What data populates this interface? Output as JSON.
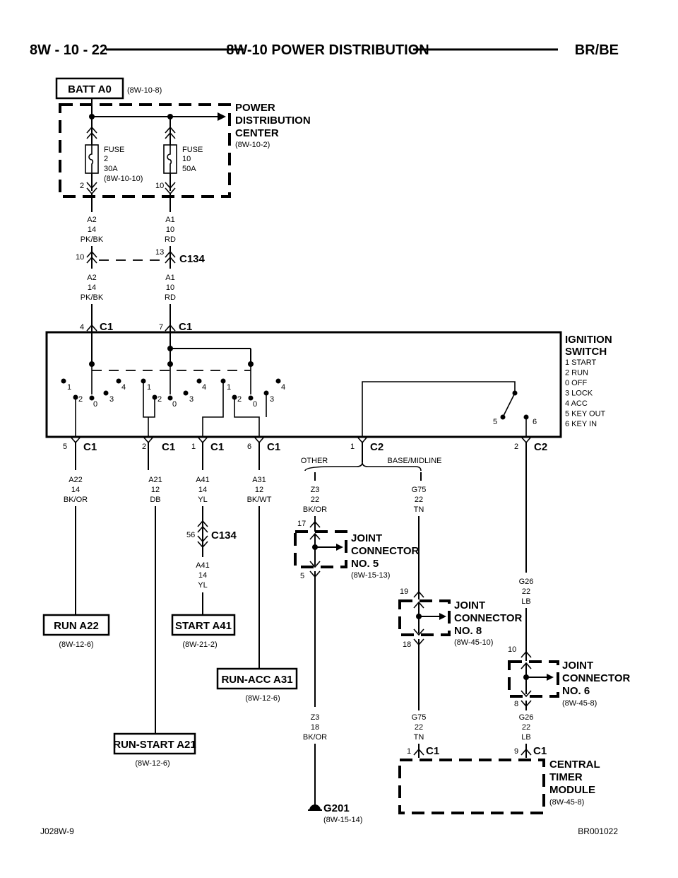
{
  "header": {
    "left": "8W - 10 - 22",
    "center": "8W-10 POWER DISTRIBUTION",
    "right": "BR/BE"
  },
  "batt": {
    "label": "BATT A0",
    "ref": "(8W-10-8)"
  },
  "pdc": {
    "name1": "POWER",
    "name2": "DISTRIBUTION",
    "name3": "CENTER",
    "ref": "(8W-10-2)",
    "fuse2": {
      "l1": "FUSE",
      "l2": "2",
      "l3": "30A",
      "l4": "(8W-10-10)",
      "pin": "2"
    },
    "fuse10": {
      "l1": "FUSE",
      "l2": "10",
      "l3": "50A",
      "pin": "10"
    }
  },
  "wires": {
    "a2_top": {
      "c": "A2",
      "g": "14",
      "col": "PK/BK"
    },
    "a1_top": {
      "c": "A1",
      "g": "10",
      "col": "RD"
    },
    "a2_bot": {
      "c": "A2",
      "g": "14",
      "col": "PK/BK"
    },
    "a1_bot": {
      "c": "A1",
      "g": "10",
      "col": "RD"
    },
    "a22": {
      "c": "A22",
      "g": "14",
      "col": "BK/OR"
    },
    "a21": {
      "c": "A21",
      "g": "12",
      "col": "DB"
    },
    "a41": {
      "c": "A41",
      "g": "14",
      "col": "YL"
    },
    "a41b": {
      "c": "A41",
      "g": "14",
      "col": "YL"
    },
    "a31": {
      "c": "A31",
      "g": "12",
      "col": "BK/WT"
    },
    "z3a": {
      "c": "Z3",
      "g": "22",
      "col": "BK/OR"
    },
    "z3b": {
      "c": "Z3",
      "g": "18",
      "col": "BK/OR"
    },
    "g75a": {
      "c": "G75",
      "g": "22",
      "col": "TN"
    },
    "g75b": {
      "c": "G75",
      "g": "22",
      "col": "TN"
    },
    "g26a": {
      "c": "G26",
      "g": "22",
      "col": "LB"
    },
    "g26b": {
      "c": "G26",
      "g": "22",
      "col": "LB"
    }
  },
  "c134": {
    "name": "C134",
    "pin_a2": "10",
    "pin_a1": "13",
    "pin_a41": "56"
  },
  "c1": "C1",
  "c2": "C2",
  "ign_top_pins": {
    "p4": "4",
    "p7": "7"
  },
  "ign_bot_pins": {
    "p5": "5",
    "p2": "2",
    "p1": "1",
    "p6": "6",
    "c2p1": "1",
    "c2p2": "2"
  },
  "ignition": {
    "name1": "IGNITION",
    "name2": "SWITCH",
    "legend": [
      "1 START",
      "2 RUN",
      "0 OFF",
      "3 LOCK",
      "4 ACC",
      "5 KEY OUT",
      "6 KEY IN"
    ],
    "pos": {
      "p1": "1",
      "p2": "2",
      "p0": "0",
      "p3": "3",
      "p4": "4",
      "p5": "5",
      "p6": "6"
    }
  },
  "split": {
    "other": "OTHER",
    "base": "BASE/MIDLINE"
  },
  "jc5": {
    "n1": "JOINT",
    "n2": "CONNECTOR",
    "n3": "NO. 5",
    "ref": "(8W-15-13)",
    "pin_in": "17",
    "pin_out": "5"
  },
  "jc8": {
    "n1": "JOINT",
    "n2": "CONNECTOR",
    "n3": "NO. 8",
    "ref": "(8W-45-10)",
    "pin_in": "19",
    "pin_out": "18"
  },
  "jc6": {
    "n1": "JOINT",
    "n2": "CONNECTOR",
    "n3": "NO. 6",
    "ref": "(8W-45-8)",
    "pin_in": "10",
    "pin_out": "8"
  },
  "boxes": {
    "run_a22": {
      "label": "RUN A22",
      "ref": "(8W-12-6)"
    },
    "start_a41": {
      "label": "START A41",
      "ref": "(8W-21-2)"
    },
    "runacc_a31": {
      "label": "RUN-ACC A31",
      "ref": "(8W-12-6)"
    },
    "runstart_a21": {
      "label": "RUN-START A21",
      "ref": "(8W-12-6)"
    }
  },
  "ground": {
    "name": "G201",
    "ref": "(8W-15-14)"
  },
  "ctm": {
    "n1": "CENTRAL",
    "n2": "TIMER",
    "n3": "MODULE",
    "ref": "(8W-45-8)",
    "pin1": "1",
    "pin9": "9"
  },
  "footer": {
    "left": "J028W-9",
    "right": "BR001022"
  }
}
